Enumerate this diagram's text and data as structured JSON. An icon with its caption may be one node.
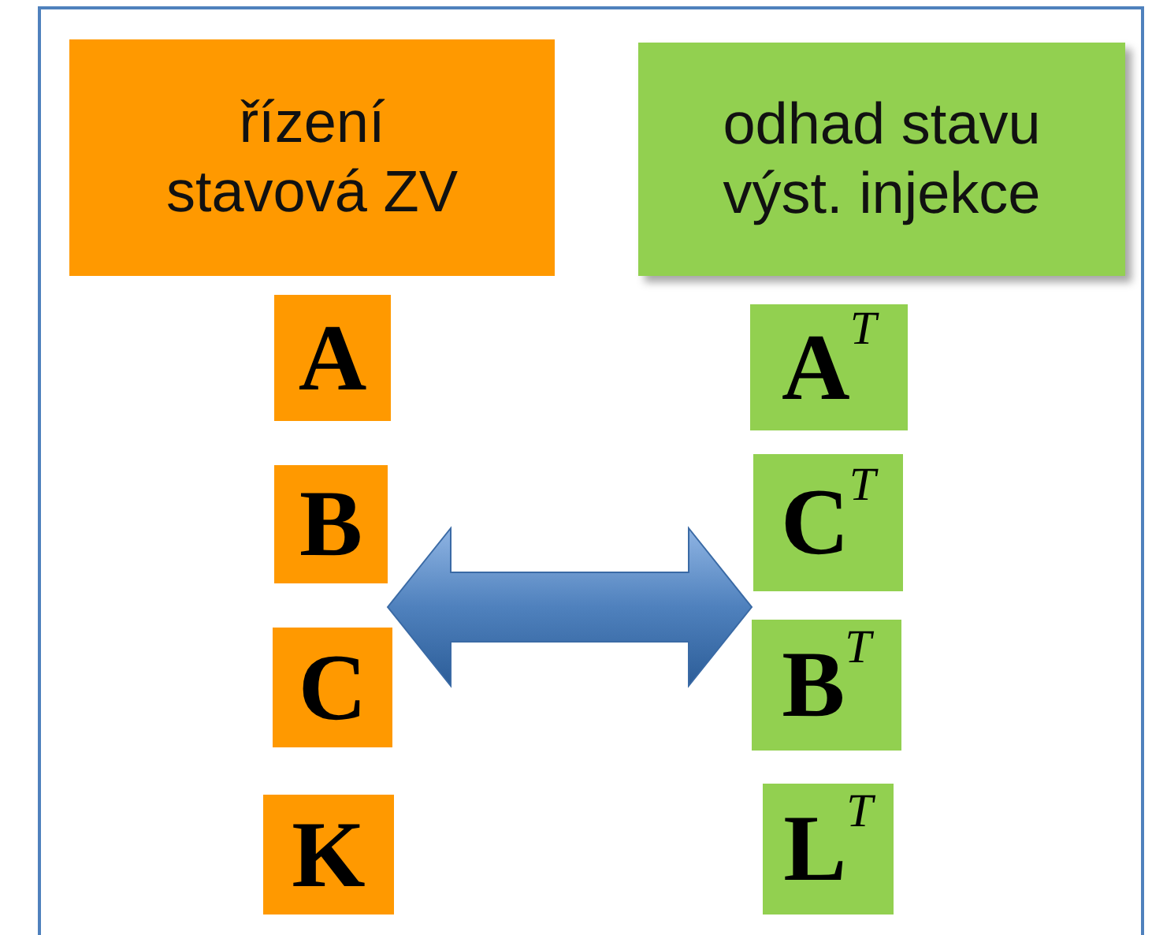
{
  "diagram": {
    "nodes": [
      {
        "text": [
          "řízení stavová ZV"
        ]
      },
      {
        "text": [
          "odhad stavu výst. injekce"
        ]
      },
      {
        "text": [
          "A"
        ]
      },
      {
        "text": [
          "B"
        ]
      },
      {
        "text": [
          "C"
        ]
      },
      {
        "text": [
          "K"
        ]
      },
      {
        "text": [
          "A$^{T}$"
        ]
      },
      {
        "text": [
          "C$^{T}$"
        ]
      },
      {
        "text": [
          "B$^{T}$"
        ]
      },
      {
        "text": [
          "L$^{T}$"
        ]
      }
    ],
    "edges": [
      {
        "from": 3,
        "to": 8,
        "arrow": "both"
      }
    ]
  }
}
